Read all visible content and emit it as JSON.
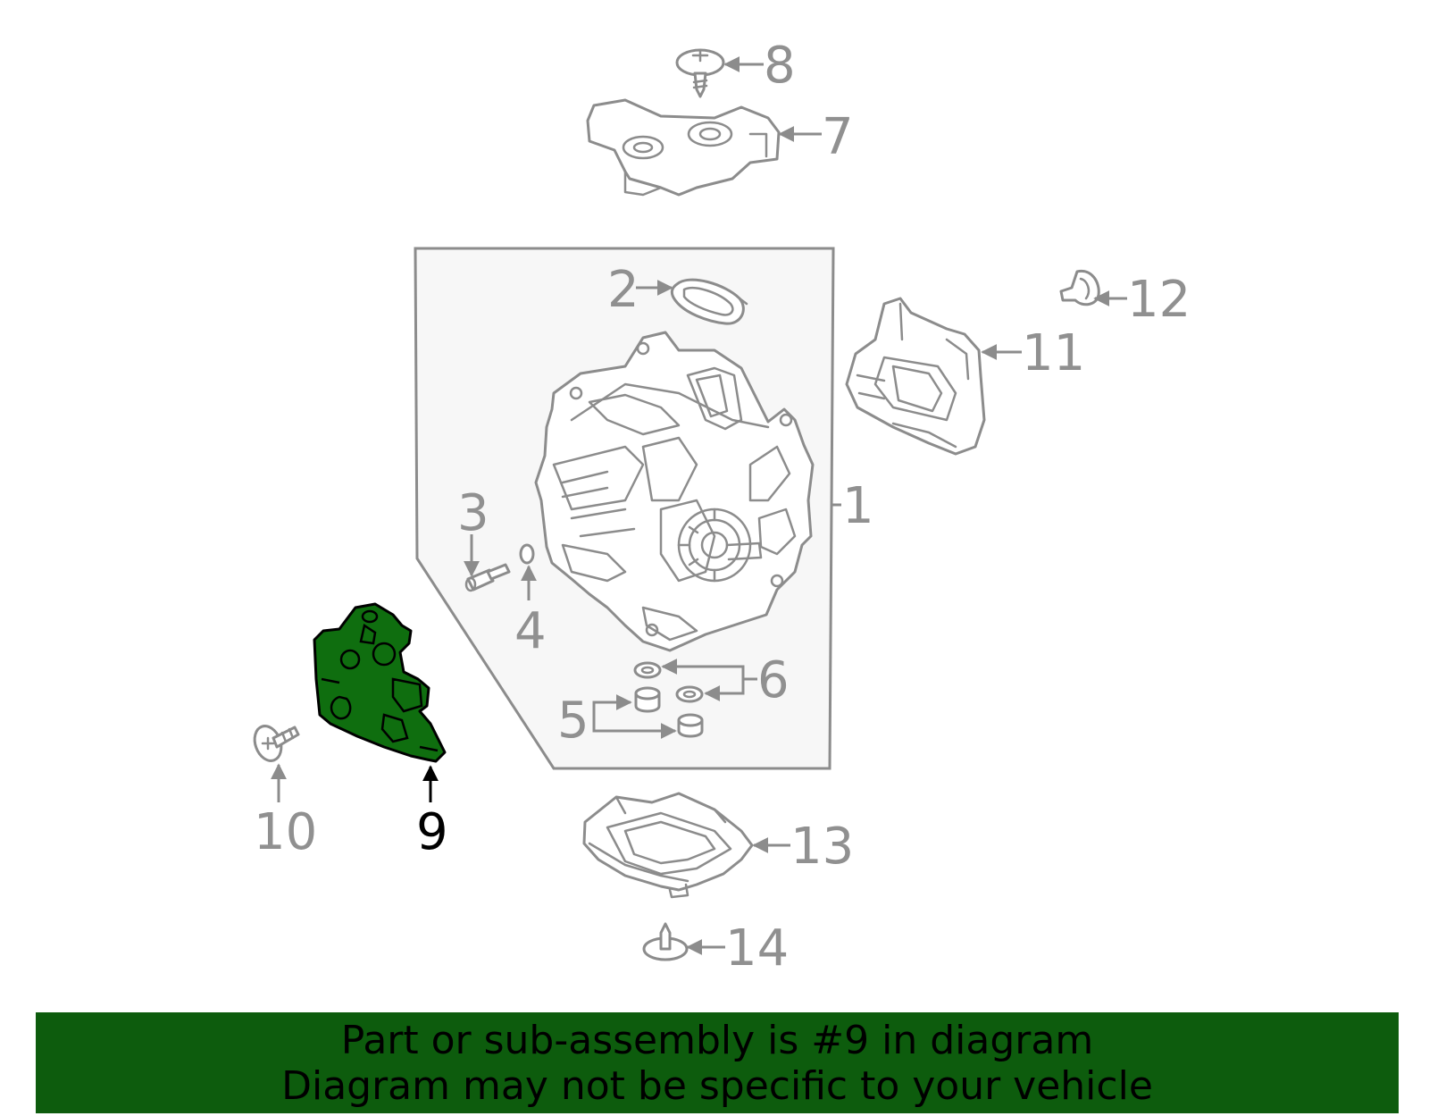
{
  "callouts": {
    "c1": "1",
    "c2": "2",
    "c3": "3",
    "c4": "4",
    "c5": "5",
    "c6": "6",
    "c7": "7",
    "c8": "8",
    "c9": "9",
    "c10": "10",
    "c11": "11",
    "c12": "12",
    "c13": "13",
    "c14": "14"
  },
  "highlighted_part": "9",
  "colors": {
    "highlight_fill": "#0f6e0f",
    "banner_background": "#0d5c0d",
    "line_gray": "#8c8c8c",
    "assembly_box_fill": "#f7f7f7"
  },
  "banner": {
    "line1": "Part or sub-assembly is #9 in diagram",
    "line2": "Diagram may not be specific to your vehicle"
  }
}
